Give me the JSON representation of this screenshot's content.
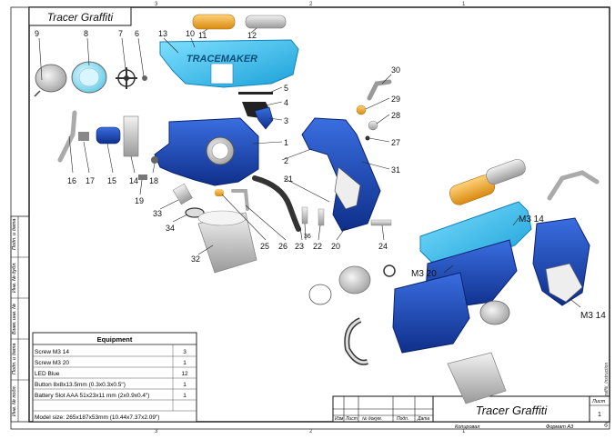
{
  "title_block": {
    "title": "Tracer Graffiti",
    "top_title": "Tracer Graffiti",
    "sheet_label": "Лист",
    "sheet_number": "1",
    "copied_label": "Копировал",
    "format_label": "Формат A3",
    "revision_headers": [
      "Изм",
      "Лист",
      "№ докум.",
      "Подп.",
      "Дата"
    ],
    "side_note": "Файл Tracer_Graffiti_Instruction"
  },
  "margin_labels": [
    "Подп. и дата",
    "Инв. № дубл.",
    "Взам. инв. №",
    "Подп. и дата",
    "Инв. № подл."
  ],
  "zone_numbers": {
    "top": [
      "3",
      "2",
      "1"
    ],
    "bottom": [
      "3",
      "2",
      "1"
    ]
  },
  "equipment": {
    "header": "Equipment",
    "rows": [
      {
        "name": "Screw M3 14",
        "qty": "3"
      },
      {
        "name": "Screw M3 20",
        "qty": "1"
      },
      {
        "name": "LED Blue",
        "qty": "12"
      },
      {
        "name": "Button 8x8x13.5mm (0.3x0.3x0.5\")",
        "qty": "1"
      },
      {
        "name": "Battery Slot AAA 51x23x11 mm (2x0.9x0.4\")",
        "qty": "1"
      }
    ],
    "footer": "Model size: 265x187x53mm (10.44x7.37x2.09\")"
  },
  "part_labels": [
    "9",
    "8",
    "7",
    "6",
    "13",
    "10",
    "11",
    "12",
    "30",
    "29",
    "28",
    "27",
    "5",
    "4",
    "3",
    "1",
    "2",
    "31",
    "21",
    "16",
    "17",
    "15",
    "14",
    "18",
    "19",
    "33",
    "34",
    "32",
    "25",
    "26",
    "23",
    "36",
    "22",
    "20",
    "24"
  ],
  "assembly_labels": [
    "M3 14",
    "M3 20",
    "M3 14"
  ],
  "logo_text": "TRACEMAKER"
}
